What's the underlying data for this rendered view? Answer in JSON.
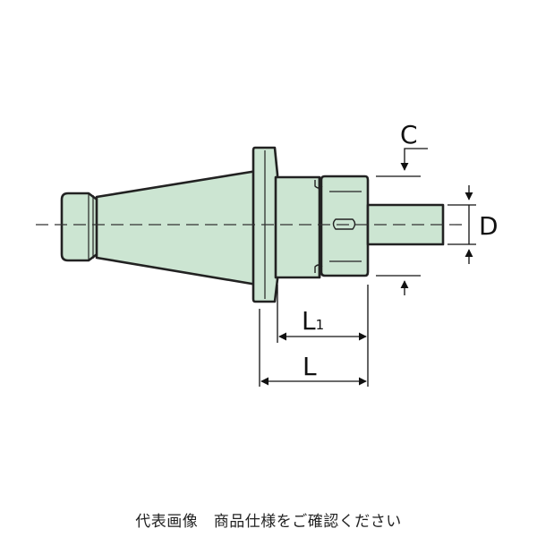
{
  "dimensions": {
    "c_label": "C",
    "d_label": "D",
    "l1_main": "L",
    "l1_sub": "1",
    "l_label": "L"
  },
  "caption": "代表画像　商品仕様をご確認ください",
  "colors": {
    "body_fill": "#cce5d2",
    "outline": "#222222",
    "dim_line": "#111111"
  }
}
